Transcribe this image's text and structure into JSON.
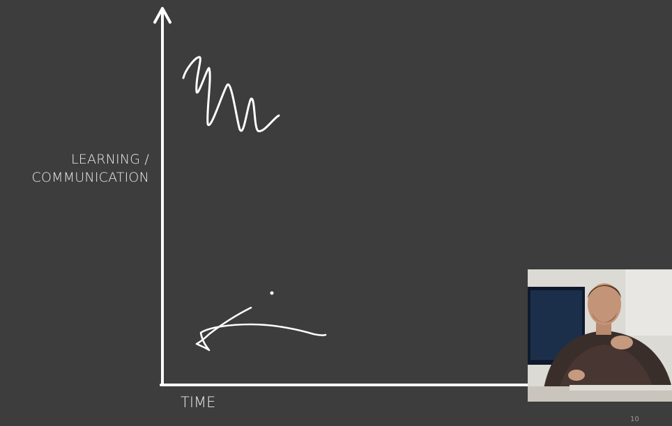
{
  "slide": {
    "y_axis_label_line1": "LEARNING /",
    "y_axis_label_line2": "COMMUNICATION",
    "x_axis_label": "TIME",
    "page_number": "10"
  },
  "colors": {
    "background": "#3d3d3d",
    "ink": "#ffffff"
  },
  "icons": {
    "axis_arrow": "arrow-up-icon"
  }
}
